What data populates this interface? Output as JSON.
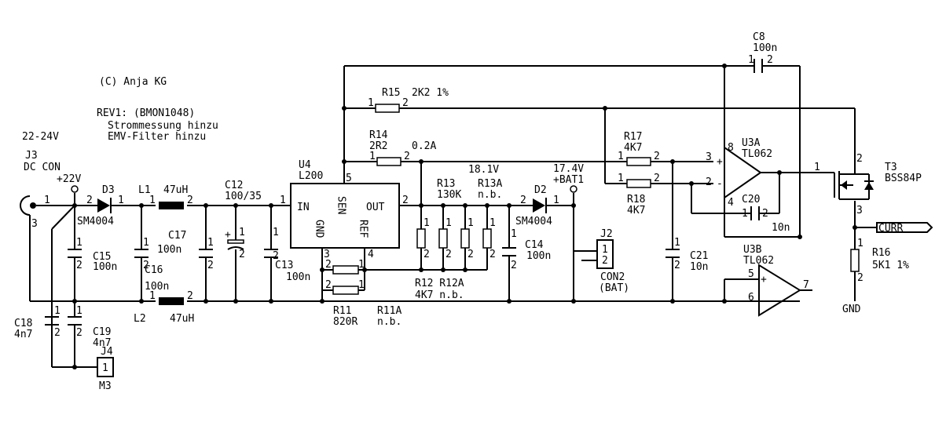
{
  "header": {
    "copyright": "(C) Anja KG",
    "rev": "REV1:  (BMON1048)",
    "note1": "Strommessung hinzu",
    "note2": "EMV-Filter hinzu",
    "voltage_range": "22-24V"
  },
  "nets": {
    "v22": "+22V",
    "v18": "18.1V",
    "v17": "17.4V",
    "bat1": "+BAT1",
    "i_test": "0.2A",
    "curr": "CURR",
    "gnd": "GND"
  },
  "parts": {
    "j3": {
      "ref": "J3",
      "val": "DC CON"
    },
    "j4": {
      "ref": "J4",
      "val": "M3"
    },
    "d3": {
      "ref": "D3",
      "val": "SM4004"
    },
    "d2": {
      "ref": "D2",
      "val": "SM4004"
    },
    "l1": {
      "ref": "L1",
      "val": "47uH"
    },
    "l2": {
      "ref": "L2",
      "val": "47uH"
    },
    "c12": {
      "ref": "C12",
      "val": "100/35"
    },
    "c13": {
      "ref": "C13",
      "val": "100n"
    },
    "c14": {
      "ref": "C14",
      "val": "100n"
    },
    "c15": {
      "ref": "C15",
      "val": "100n"
    },
    "c16": {
      "ref": "C16",
      "val": "100n"
    },
    "c17": {
      "ref": "C17",
      "val": "100n"
    },
    "c18": {
      "ref": "C18",
      "val": "4n7"
    },
    "c19": {
      "ref": "C19",
      "val": "4n7"
    },
    "c20": {
      "ref": "C20",
      "val": "10n"
    },
    "c21": {
      "ref": "C21",
      "val": "10n"
    },
    "c8": {
      "ref": "C8",
      "val": "100n"
    },
    "u4": {
      "ref": "U4",
      "val": "L200",
      "in": "IN",
      "out": "OUT",
      "sen": "SEN",
      "gnd": "GND",
      "ref_pin": "REF"
    },
    "r14": {
      "ref": "R14",
      "val": "2R2"
    },
    "r15": {
      "ref": "R15",
      "val": "2K2 1%"
    },
    "r17": {
      "ref": "R17",
      "val": "4K7"
    },
    "r18": {
      "ref": "R18",
      "val": "4K7"
    },
    "r13": {
      "ref": "R13",
      "val": "130K"
    },
    "r13a": {
      "ref": "R13A",
      "val": "n.b."
    },
    "r12": {
      "ref": "R12 R12A",
      "val": "4K7 n.b."
    },
    "r11": {
      "ref": "R11",
      "val": "820R"
    },
    "r11a": {
      "ref": "R11A",
      "val": "n.b."
    },
    "r16": {
      "ref": "R16",
      "val": "5K1 1%"
    },
    "j2": {
      "ref": "J2",
      "val": "CON2",
      "sub": "(BAT)"
    },
    "u3a": {
      "ref": "U3A",
      "val": "TL062"
    },
    "u3b": {
      "ref": "U3B",
      "val": "TL062"
    },
    "t3": {
      "ref": "T3",
      "val": "BSS84P"
    }
  },
  "pins": {
    "p1": "1",
    "p2": "2",
    "p3": "3",
    "p4": "4",
    "p5": "5",
    "p6": "6",
    "p7": "7",
    "p8": "8",
    "plus": "+",
    "minus": "-"
  }
}
